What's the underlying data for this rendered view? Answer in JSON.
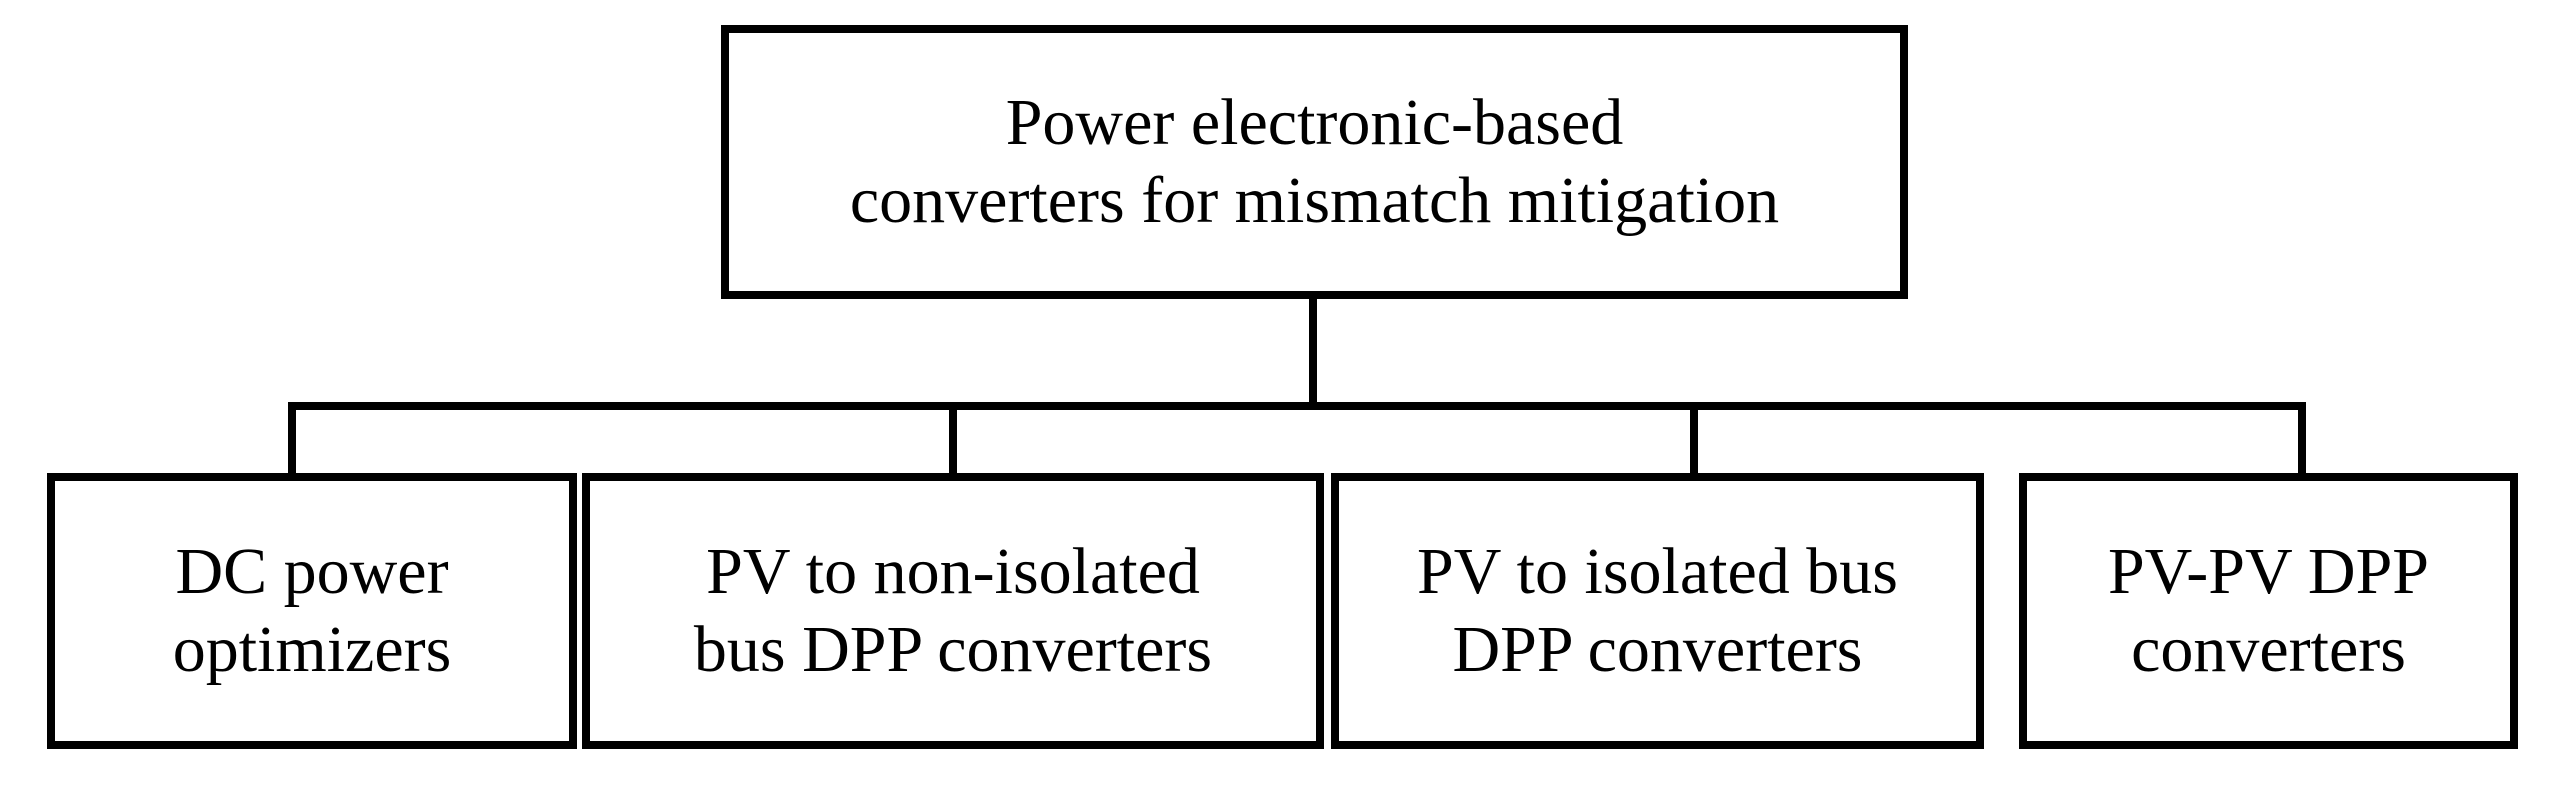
{
  "diagram": {
    "root": {
      "lines": [
        "Power electronic-based",
        "converters for mismatch mitigation"
      ]
    },
    "children": [
      {
        "lines": [
          "DC power",
          "optimizers"
        ]
      },
      {
        "lines": [
          "PV to non-isolated",
          "bus DPP converters"
        ]
      },
      {
        "lines": [
          "PV to isolated bus",
          "DPP converters"
        ]
      },
      {
        "lines": [
          "PV-PV DPP",
          "converters"
        ]
      }
    ]
  }
}
